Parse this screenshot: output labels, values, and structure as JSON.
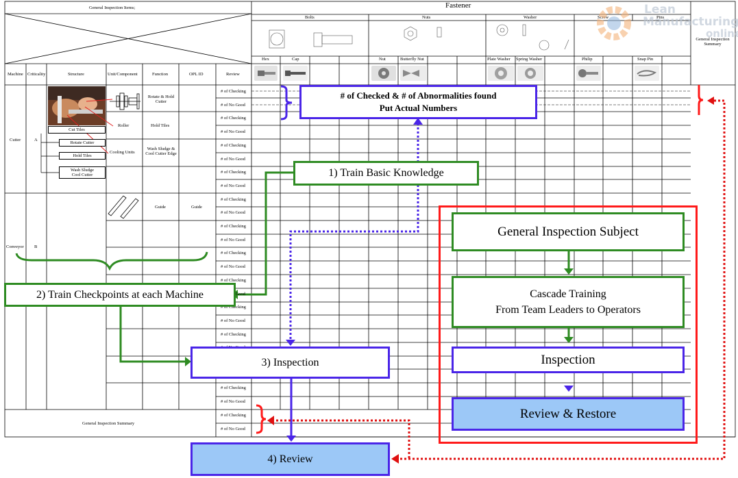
{
  "header": {
    "general_items": "General Inspection Items;",
    "fastener": "Fastener",
    "groups": [
      "Bolts",
      "Nuts",
      "Washer",
      "Screw",
      "Pins"
    ],
    "summary_header": "General Inspection Summary"
  },
  "sub_headers": [
    "Hex",
    "Cap",
    "Nut",
    "Butterfly Nut",
    "Plate Washer",
    "Spring Washer",
    "Philip",
    "Snap Pin"
  ],
  "columns": [
    "Machine",
    "Criticality",
    "Structure",
    "Unit/Component",
    "Function",
    "OPL ID",
    "Review"
  ],
  "rows": {
    "checking": "# of Checking",
    "no_good": "# of No Good"
  },
  "machines": {
    "cutter": {
      "name": "Cutter",
      "criticality": "A"
    },
    "conveyor": {
      "name": "Conveyor",
      "criticality": "B"
    }
  },
  "cutter_units": {
    "unit1_function": "Rotate & Hold Cutter",
    "roller": "Roller",
    "hold_tiles_fn": "Hold Tiles",
    "cooling_units": "Cooling Units",
    "wash_fn": "Wash Sludge & Cool Cutter Edge"
  },
  "tree": [
    "Cut Tiles",
    "Rotate Cutter",
    "Hold Tiles",
    "Wash Sludge Cool Cutter"
  ],
  "conveyor_units": {
    "function": "Guide",
    "opl": "Guide"
  },
  "summary_row": "General Inspection Summary",
  "callouts": {
    "checked": "# of Checked & # of Abnormalities found",
    "actual": "Put Actual Numbers",
    "train_basic": "1) Train Basic Knowledge",
    "train_checkpoints": "2) Train Checkpoints at each Machine",
    "inspection": "3) Inspection",
    "review": "4) Review"
  },
  "flow": {
    "subject": "General Inspection Subject",
    "cascade_1": "Cascade Training",
    "cascade_2": "From Team Leaders to Operators",
    "inspection": "Inspection",
    "review_restore": "Review & Restore"
  },
  "watermark": {
    "line1": "Lean",
    "line2": "Manufacturing",
    "line3": "online"
  },
  "colors": {
    "green": "#2e8b22",
    "blue": "#4a25e8",
    "red": "#ff1a1a",
    "light_blue": "#9cc8f7"
  }
}
